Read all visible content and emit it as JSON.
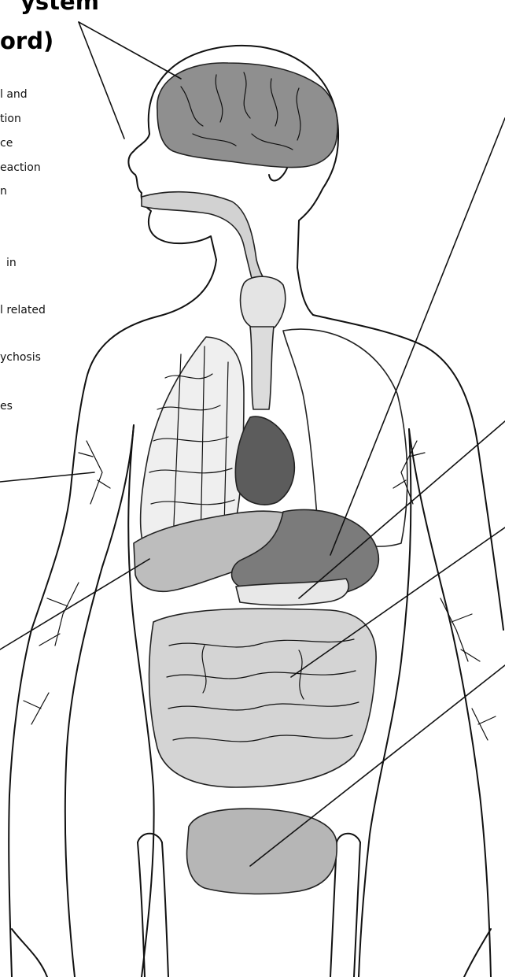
{
  "title": {
    "line1": "ystem",
    "line2": "ord)"
  },
  "notes": [
    "l and",
    "tion",
    "ce",
    "eaction",
    "n",
    "in",
    "l related",
    "ychosis",
    "es"
  ],
  "colors": {
    "brain": "#8f8f8f",
    "heart": "#5c5c5c",
    "stomach": "#7b7b7b",
    "liver": "#bdbdbd",
    "intestine": "#d4d4d4",
    "bladder": "#b6b6b6",
    "airway": "#d2d2d2",
    "lung": "#efefef",
    "line": "#111111"
  }
}
